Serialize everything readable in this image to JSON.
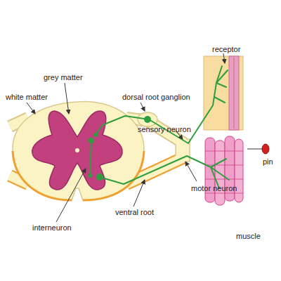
{
  "diagram": {
    "labels": [
      "receptor",
      "grey matter",
      "white matter",
      "dorsal root ganglion",
      "sensory neuron",
      "pin",
      "motor neuron",
      "muscle",
      "interneuron",
      "ventral root"
    ]
  }
}
